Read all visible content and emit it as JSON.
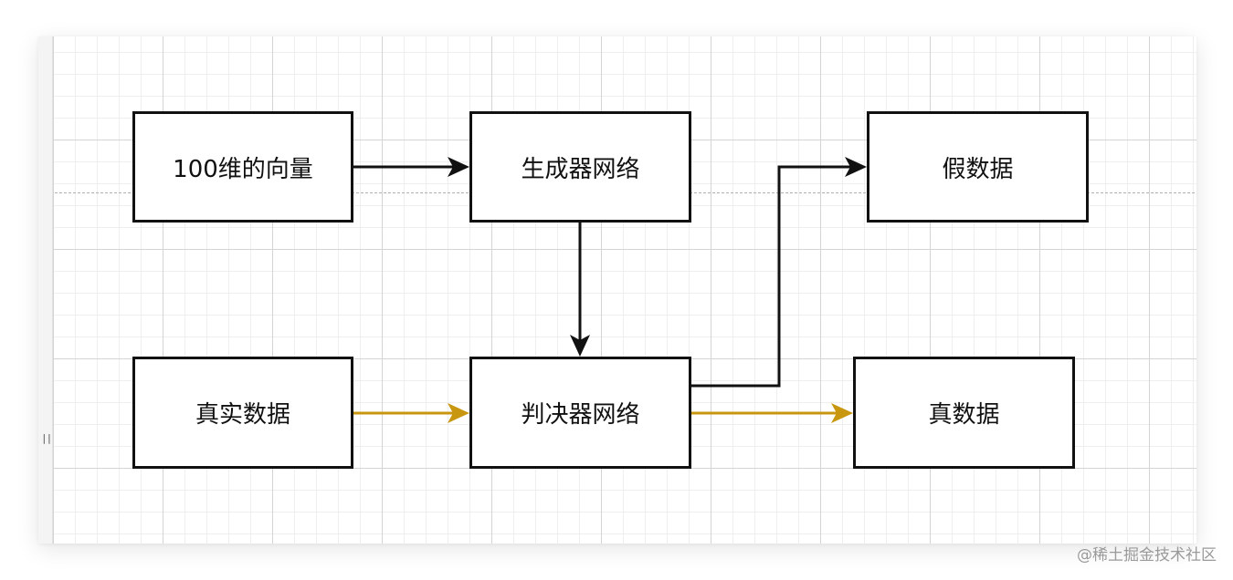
{
  "nodes": {
    "vector_100d": "100维的向量",
    "generator": "生成器网络",
    "fake_data": "假数据",
    "real_data": "真实数据",
    "discriminator": "判决器网络",
    "true_data": "真数据"
  },
  "edge_colors": {
    "black": "#111111",
    "gold": "#c8960f"
  },
  "watermark": "@稀土掘金技术社区"
}
